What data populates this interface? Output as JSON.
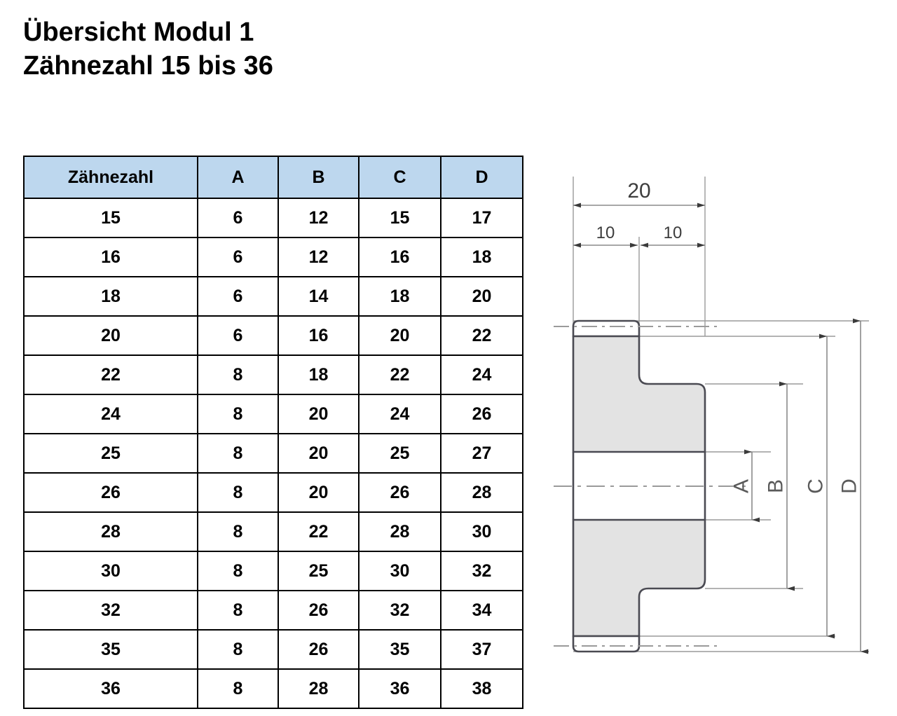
{
  "title": {
    "line1": "Übersicht Modul 1",
    "line2": "Zähnezahl 15 bis 36"
  },
  "table": {
    "headers": [
      "Zähnezahl",
      "A",
      "B",
      "C",
      "D"
    ],
    "rows": [
      [
        "15",
        "6",
        "12",
        "15",
        "17"
      ],
      [
        "16",
        "6",
        "12",
        "16",
        "18"
      ],
      [
        "18",
        "6",
        "14",
        "18",
        "20"
      ],
      [
        "20",
        "6",
        "16",
        "20",
        "22"
      ],
      [
        "22",
        "8",
        "18",
        "22",
        "24"
      ],
      [
        "24",
        "8",
        "20",
        "24",
        "26"
      ],
      [
        "25",
        "8",
        "20",
        "25",
        "27"
      ],
      [
        "26",
        "8",
        "20",
        "26",
        "28"
      ],
      [
        "28",
        "8",
        "22",
        "28",
        "30"
      ],
      [
        "30",
        "8",
        "25",
        "30",
        "32"
      ],
      [
        "32",
        "8",
        "26",
        "32",
        "34"
      ],
      [
        "35",
        "8",
        "26",
        "35",
        "37"
      ],
      [
        "36",
        "8",
        "28",
        "36",
        "38"
      ]
    ]
  },
  "drawing": {
    "dimensions": {
      "total_width": "20",
      "left_half": "10",
      "right_half": "10",
      "bore_label": "A",
      "hub_label": "B",
      "inner_diameter_label": "C",
      "outer_diameter_label": "D"
    },
    "colors": {
      "body_fill": "#e3e3e3",
      "outline": "#4a4a52",
      "dimension_line": "#8a8a8a",
      "header_fill": "#bdd7ee"
    }
  }
}
